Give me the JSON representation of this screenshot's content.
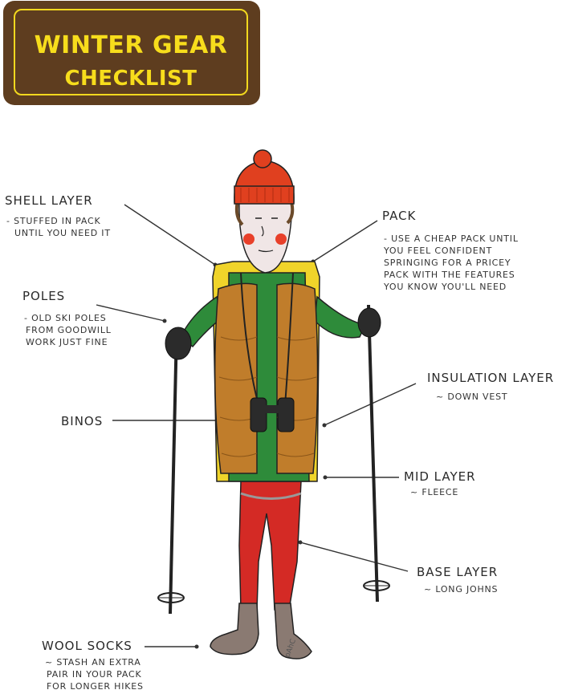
{
  "banner": {
    "line1": "WINTER GEAR",
    "line2": "CHECKLIST"
  },
  "labels": {
    "shell": {
      "title": "SHELL LAYER",
      "lines": [
        "- STUFFED IN PACK",
        "UNTIL YOU NEED IT"
      ]
    },
    "pack": {
      "title": "PACK",
      "lines": [
        "- USE A CHEAP PACK UNTIL",
        "YOU FEEL CONFIDENT",
        "SPRINGING FOR A PRICEY",
        "PACK WITH THE FEATURES",
        "YOU KNOW YOU'LL NEED"
      ]
    },
    "poles": {
      "title": "POLES",
      "lines": [
        "- OLD SKI POLES",
        "FROM GOODWILL",
        "WORK JUST FINE"
      ]
    },
    "insulation": {
      "title": "INSULATION LAYER",
      "lines": [
        "~ DOWN VEST"
      ]
    },
    "binos": {
      "title": "BINOS",
      "lines": []
    },
    "mid": {
      "title": "MID LAYER",
      "lines": [
        "~ FLEECE"
      ]
    },
    "base": {
      "title": "BASE LAYER",
      "lines": [
        "~ LONG JOHNS"
      ]
    },
    "socks": {
      "title": "WOOL SOCKS",
      "lines": [
        "~ STASH AN EXTRA",
        "PAIR IN YOUR PACK",
        "FOR LONGER HIKES"
      ]
    }
  },
  "signature": "pAhC",
  "colors": {
    "banner_bg": "#5e3d1f",
    "banner_text": "#f7dd1c",
    "hat": "#e0401f",
    "fleece": "#2e8b3a",
    "vest": "#c07d2b",
    "pack": "#f0d42a",
    "base_layer": "#d42a25",
    "socks": "#8a7a72",
    "skin": "#f0e6e6"
  }
}
